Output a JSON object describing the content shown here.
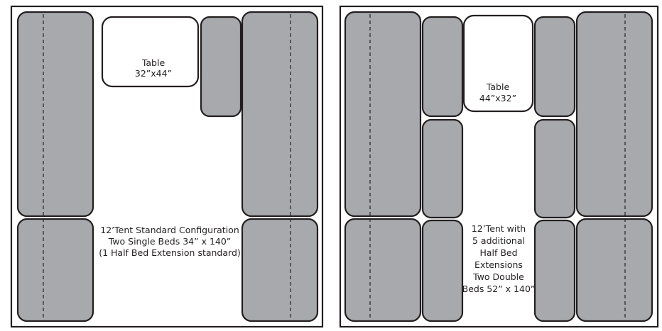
{
  "diagram": {
    "colors": {
      "bed": "#a7a9ac",
      "outline": "#231f20",
      "table": "#ffffff",
      "background": "#ffffff"
    },
    "left_panel": {
      "table": {
        "line1": "Table",
        "line2": "32”x44”"
      },
      "caption": {
        "line1": "12’Tent Standard Configuration",
        "line2": "Two Single Beds 34” x 140”",
        "line3": "(1 Half Bed Extension standard)"
      }
    },
    "right_panel": {
      "table": {
        "line1": "Table",
        "line2": "44”x32”"
      },
      "caption": {
        "line1": "12’Tent with",
        "line2": "5 additional",
        "line3": "Half Bed",
        "line4": "Extensions",
        "line5": "Two Double",
        "line6": "Beds 52” x 140”"
      }
    }
  }
}
